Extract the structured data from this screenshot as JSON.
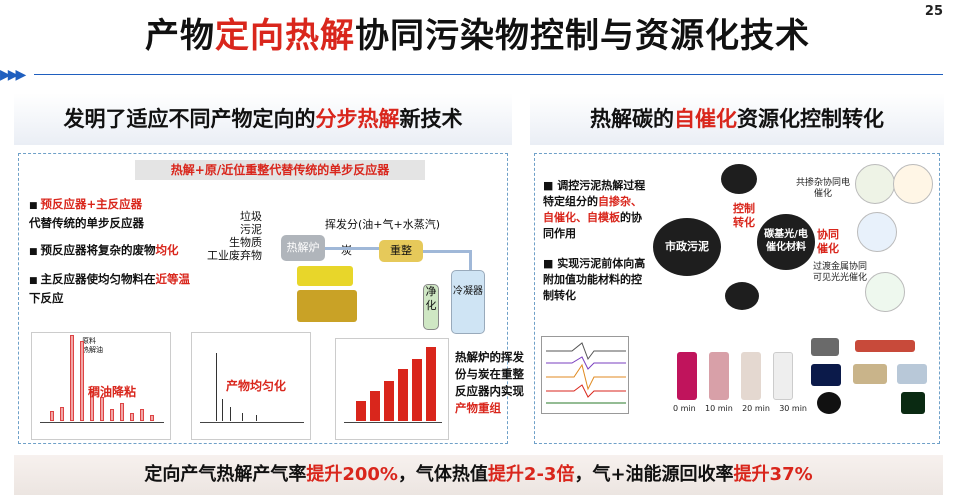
{
  "page_number": "25",
  "title": {
    "pre": "产物",
    "accent": "定向热解",
    "post": "协同污染物控制与资源化技术"
  },
  "left": {
    "heading": {
      "pre": "发明了适应不同产物定向的",
      "accent": "分步热解",
      "post": "新技术"
    },
    "subheading": "热解+原/近位重整代替传统的单步反应器",
    "bullets": [
      {
        "red": "预反应器+主反应器",
        "text": "代替传统的单步反应器"
      },
      {
        "pre": "预反应器将复杂的废物",
        "red": "均化"
      },
      {
        "pre": "主反应器使均匀物料在",
        "red": "近等温",
        "post": "下反应"
      }
    ],
    "flow": {
      "feed": [
        "垃圾",
        "污泥",
        "生物质",
        "工业废弃物"
      ],
      "volatile": "挥发分(油+气+水蒸汽)",
      "reactor": "热解炉",
      "char": "炭",
      "reformer": "重整",
      "purifier": "净化",
      "condenser": "冷凝器"
    },
    "chart_captions": [
      "稠油降粘",
      "产物均匀化"
    ],
    "chart_legend": [
      "原料",
      "热解油"
    ],
    "caption": {
      "pre": "热解炉的挥发份与炭在重整反应器内实现",
      "red": "产物重组"
    }
  },
  "right": {
    "heading": {
      "pre": "热解碳的",
      "accent": "自催化",
      "post": "资源化控制转化"
    },
    "bullets": [
      {
        "pre": "调控污泥热解过程特定组分的",
        "red": "自掺杂、自催化、自模板",
        "post": "的协同作用"
      },
      {
        "text": "实现污泥前体向高附加值功能材料的控制转化"
      }
    ],
    "diagram": {
      "source": "市政污泥",
      "control": "控制转化",
      "product": "碳基光/电催化材料",
      "function": "协同催化",
      "labels": [
        "共掺杂协同电催化",
        "过渡金属协同可见光光催化"
      ]
    },
    "vial_times": [
      "0 min",
      "10 min",
      "20 min",
      "30 min"
    ]
  },
  "banner": {
    "p1": "定向产气热解产气率",
    "r1": "提升200%",
    "p2": "，气体热值",
    "r2": "提升2-3倍",
    "p3": "，气+油能源回收率",
    "r3": "提升37%"
  },
  "colors": {
    "accent": "#d9261c",
    "rule": "#1f5fbf",
    "panel_border": "#6fa0c8"
  }
}
